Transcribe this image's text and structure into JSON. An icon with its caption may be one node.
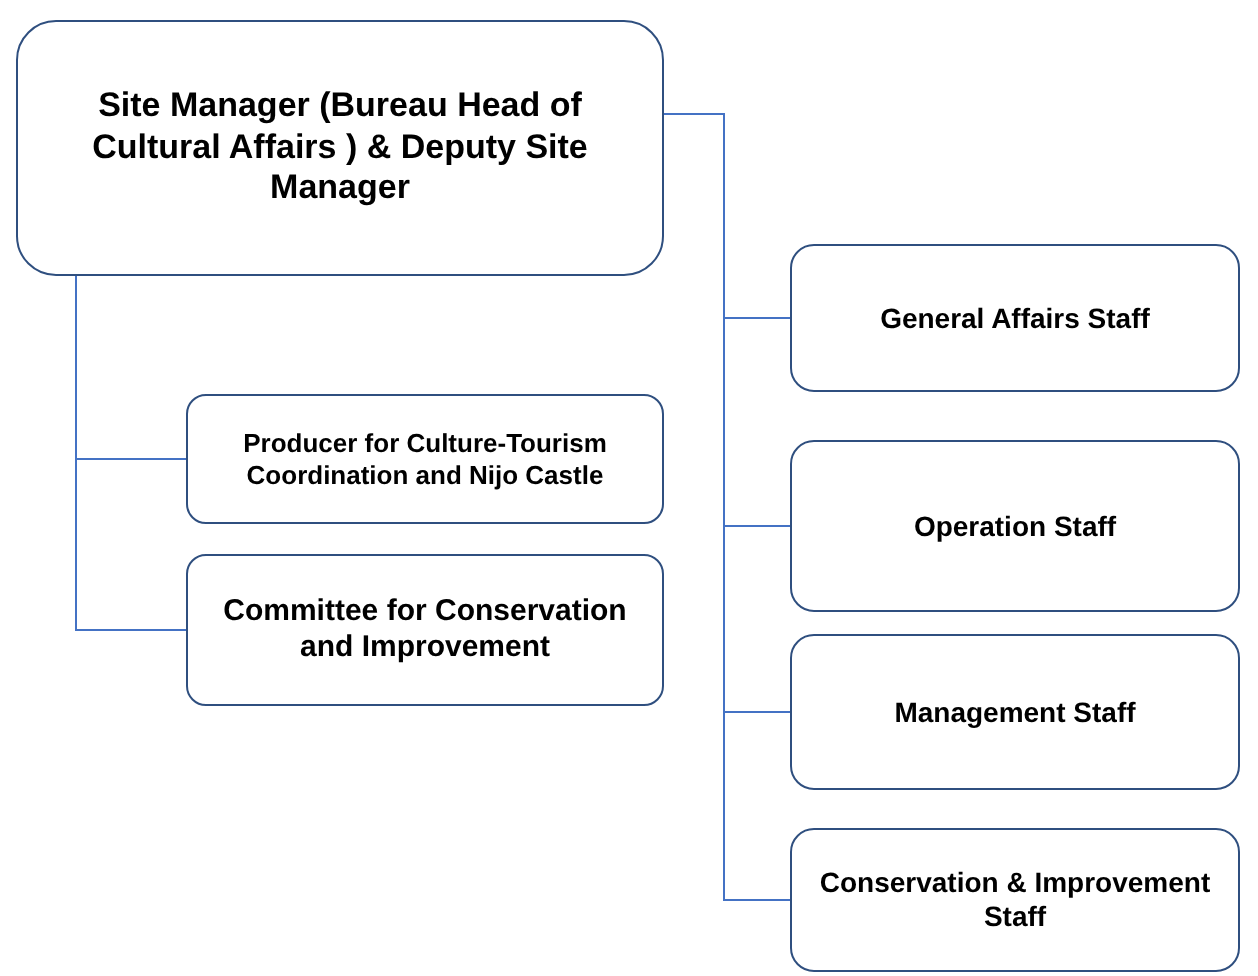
{
  "diagram": {
    "nodes": [
      {
        "text": [
          "Site Manager (Bureau Head of Cultural Affairs ) & Deputy Site Manager"
        ]
      },
      {
        "text": [
          "Producer for Culture-Tourism Coordination and Nijo Castle"
        ]
      },
      {
        "text": [
          "Committee for Conservation and Improvement"
        ]
      },
      {
        "text": [
          "General Affairs Staff"
        ]
      },
      {
        "text": [
          "Operation Staff"
        ]
      },
      {
        "text": [
          "Management Staff"
        ]
      },
      {
        "text": [
          "Conservation & Improvement Staff"
        ]
      }
    ],
    "edges": [
      {
        "from": 0,
        "to": 1,
        "arrow": "none"
      },
      {
        "from": 0,
        "to": 2,
        "arrow": "none"
      },
      {
        "from": 0,
        "to": 3,
        "arrow": "none"
      },
      {
        "from": 0,
        "to": 4,
        "arrow": "none"
      },
      {
        "from": 0,
        "to": 5,
        "arrow": "none"
      },
      {
        "from": 0,
        "to": 6,
        "arrow": "none"
      }
    ]
  }
}
